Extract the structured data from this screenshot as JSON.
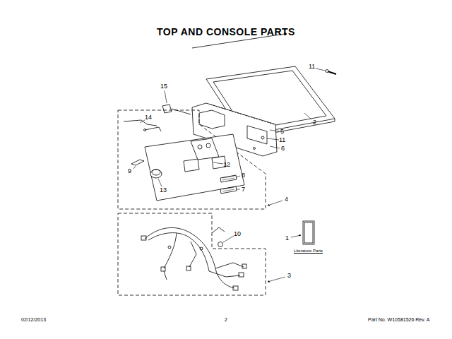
{
  "diagram": {
    "title": "TOP AND CONSOLE PARTS",
    "labels": [
      "11",
      "2",
      "15",
      "14",
      "5",
      "11",
      "6",
      "12",
      "9",
      "13",
      "8",
      "7",
      "4",
      "10",
      "1",
      "Literature Parts",
      "3",
      "02/12/2013",
      "2",
      "Part No. W10581526  Rev. A"
    ]
  }
}
